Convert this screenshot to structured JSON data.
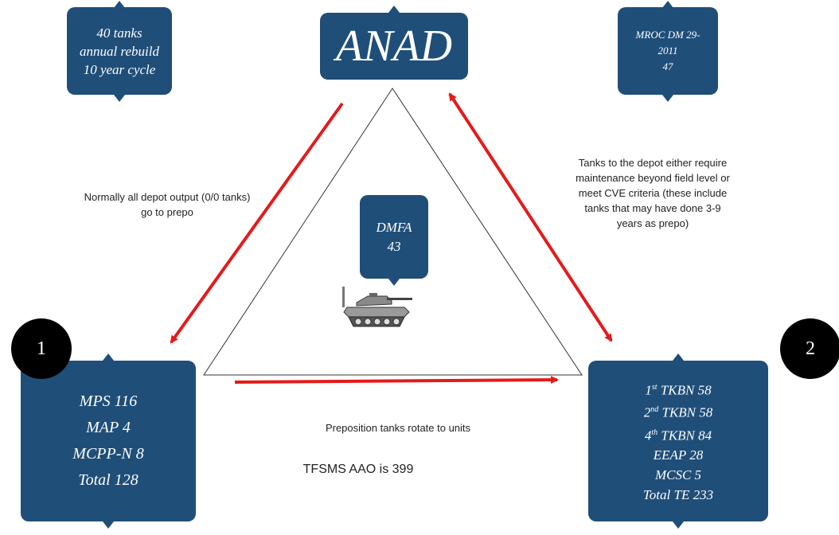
{
  "depot_box": {
    "label": "ANAD"
  },
  "rebuild_box": {
    "lines": [
      "40 tanks",
      "annual rebuild",
      "10 year cycle"
    ]
  },
  "mroc_box": {
    "lines": [
      "MROC DM 29-",
      "2011",
      "47"
    ]
  },
  "dmfa_box": {
    "lines": [
      "DMFA",
      "43"
    ]
  },
  "prepo_box": {
    "lines": [
      "MPS 116",
      "MAP 4",
      "MCPP-N 8",
      "Total 128"
    ]
  },
  "units_box": {
    "lines": [
      {
        "prefix": "1",
        "sup": "st",
        "text": " TKBN 58"
      },
      {
        "prefix": "2",
        "sup": "nd",
        "text": " TKBN 58"
      },
      {
        "prefix": "4",
        "sup": "th",
        "text": " TKBN 84"
      },
      {
        "prefix": "",
        "sup": "",
        "text": "EEAP 28"
      },
      {
        "prefix": "",
        "sup": "",
        "text": "MCSC 5"
      },
      {
        "prefix": "",
        "sup": "",
        "text": "Total TE 233"
      }
    ]
  },
  "markers": {
    "left": "1",
    "right": "2"
  },
  "notes": {
    "left": "Normally all depot output (0/0 tanks) go to prepo",
    "right": "Tanks to the depot either require maintenance beyond field level or meet CVE criteria (these include tanks that may have done 3-9 years as prepo)",
    "bottom": "Preposition tanks rotate to units",
    "aao": "TFSMS AAO is 399"
  },
  "colors": {
    "box": "#1f4e79",
    "arrow": "#e31b1b",
    "marker": "#000000"
  },
  "icons": {
    "tank": "tank-icon"
  }
}
